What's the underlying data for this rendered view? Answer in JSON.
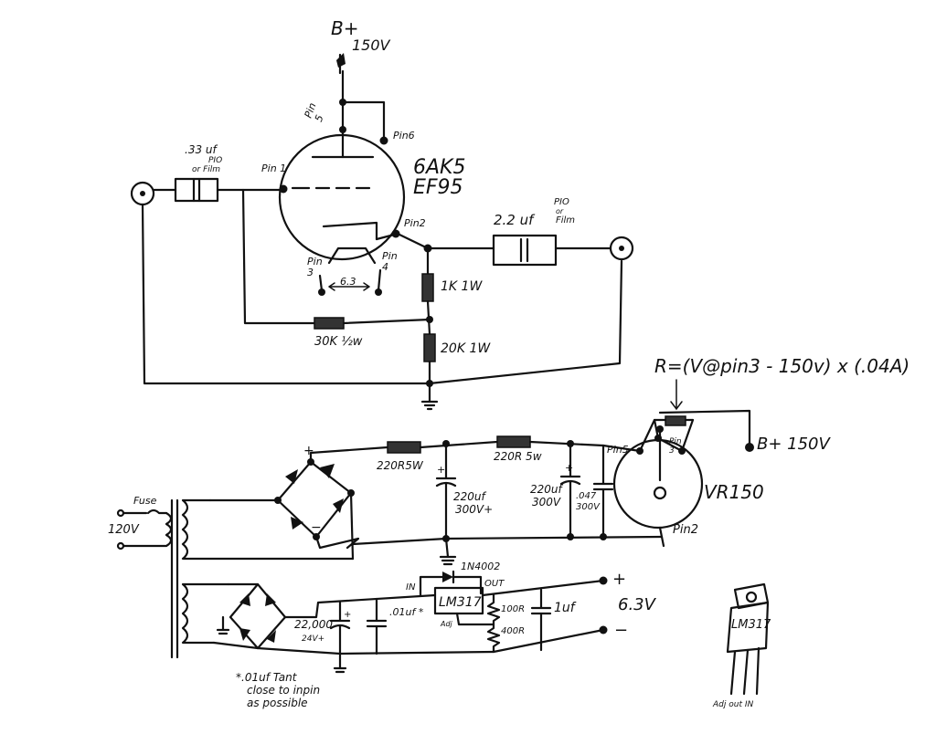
{
  "amp": {
    "bplus": "B+",
    "bplus_v": "150V",
    "pin5": "Pin\n5",
    "pin6": "Pin6",
    "pin1": "Pin 1",
    "pin2": "Pin2",
    "pin3": "Pin\n3",
    "pin4": "Pin\n4",
    "heater": "6.3",
    "tube1": "6AK5",
    "tube2": "EF95",
    "cin_val": ".33 uf",
    "cin_type1": "PIO",
    "cin_type2": "or Film",
    "cout_val": "2.2 uf",
    "cout_type1": "PIO",
    "cout_type2": "or",
    "cout_type3": "Film",
    "r_1k": "1K 1W",
    "r_30k": "30K ½w",
    "r_20k": "20K 1W"
  },
  "supply": {
    "formula": "R=(V@pin3 - 150v) x (.04A)",
    "bplus": "B+ 150V",
    "pin3": "Pin\n3",
    "pin5": "Pin5",
    "pin2": "Pin2",
    "vr": "VR150",
    "r1": "220R5W",
    "r2": "220R 5w",
    "c1a": "220uf",
    "c1b": "300V+",
    "c2a": "220uf",
    "c2b": "300V",
    "c3a": ".047",
    "c3b": "300V",
    "plus": "+",
    "minus": "−",
    "fuse": "Fuse",
    "mains": "120V"
  },
  "heater_supply": {
    "diode": "1N4002",
    "in": "IN",
    "out": "OUT",
    "reg": "LM317",
    "adj": "Adj",
    "c_big1": "22,000",
    "c_big2": "24V+",
    "c_tant": ".01uf *",
    "r_top": "100R",
    "r_bot": "400R",
    "c_out": "1uf",
    "vout": "6.3V",
    "plus": "+",
    "minus": "−",
    "note1": "*.01uf Tant",
    "note2": "close to inpin",
    "note3": "as possible"
  },
  "package": {
    "label": "LM317",
    "pins": "Adj out IN"
  }
}
